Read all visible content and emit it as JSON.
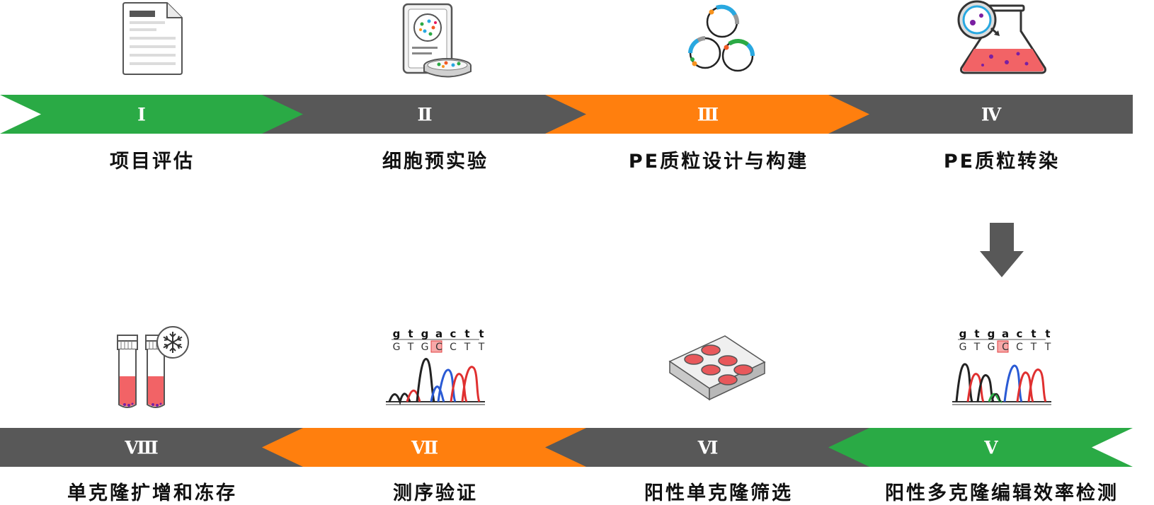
{
  "colors": {
    "green": "#2aaa45",
    "gray": "#585858",
    "orange": "#ff7f0e"
  },
  "steps": [
    {
      "numeral": "Ⅰ",
      "label": "项目评估",
      "color": "green",
      "icon": "document-icon"
    },
    {
      "numeral": "Ⅱ",
      "label": "细胞预实验",
      "color": "gray",
      "icon": "cell-culture-icon"
    },
    {
      "numeral": "Ⅲ",
      "label": "PE质粒设计与构建",
      "color": "orange",
      "icon": "plasmid-icon"
    },
    {
      "numeral": "Ⅳ",
      "label": "PE质粒转染",
      "color": "gray",
      "icon": "flask-transfection-icon"
    },
    {
      "numeral": "Ⅴ",
      "label": "阳性多克隆编辑效率检测",
      "color": "green",
      "icon": "chromatogram-icon"
    },
    {
      "numeral": "Ⅵ",
      "label": "阳性单克隆筛选",
      "color": "gray",
      "icon": "well-plate-icon"
    },
    {
      "numeral": "Ⅶ",
      "label": "测序验证",
      "color": "orange",
      "icon": "chromatogram-icon"
    },
    {
      "numeral": "Ⅷ",
      "label": "单克隆扩增和冻存",
      "color": "gray",
      "icon": "cryovial-icon"
    }
  ],
  "sequence": {
    "top": [
      "g",
      "t",
      "g",
      "a",
      "c",
      "t",
      "t"
    ],
    "bottom": [
      "G",
      "T",
      "G",
      "C",
      "C",
      "T",
      "T"
    ],
    "highlight_index": 3
  }
}
